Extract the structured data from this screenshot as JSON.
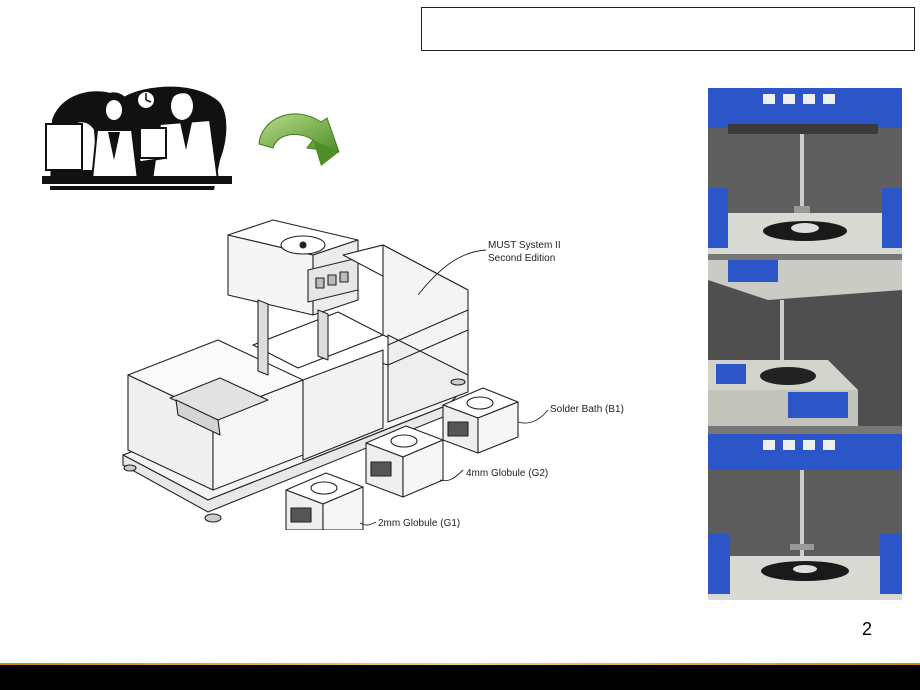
{
  "slide": {
    "title_box_text": "",
    "page_number": "2"
  },
  "diagram": {
    "labels": {
      "must_system_line1": "MUST System II",
      "must_system_line2": "Second Edition",
      "solder_bath": "Solder Bath (B1)",
      "globule_4mm": "4mm Globule (G2)",
      "globule_2mm": "2mm Globule (G1)"
    }
  },
  "colors": {
    "arrow_green": "#6fae3a",
    "footer": "#000000",
    "footer_accent": "#d9a520",
    "machine_blue": "#2f5fd0"
  },
  "icons": {
    "clipart": "business-meeting-clipart",
    "arrow": "curved-arrow-down-icon"
  }
}
